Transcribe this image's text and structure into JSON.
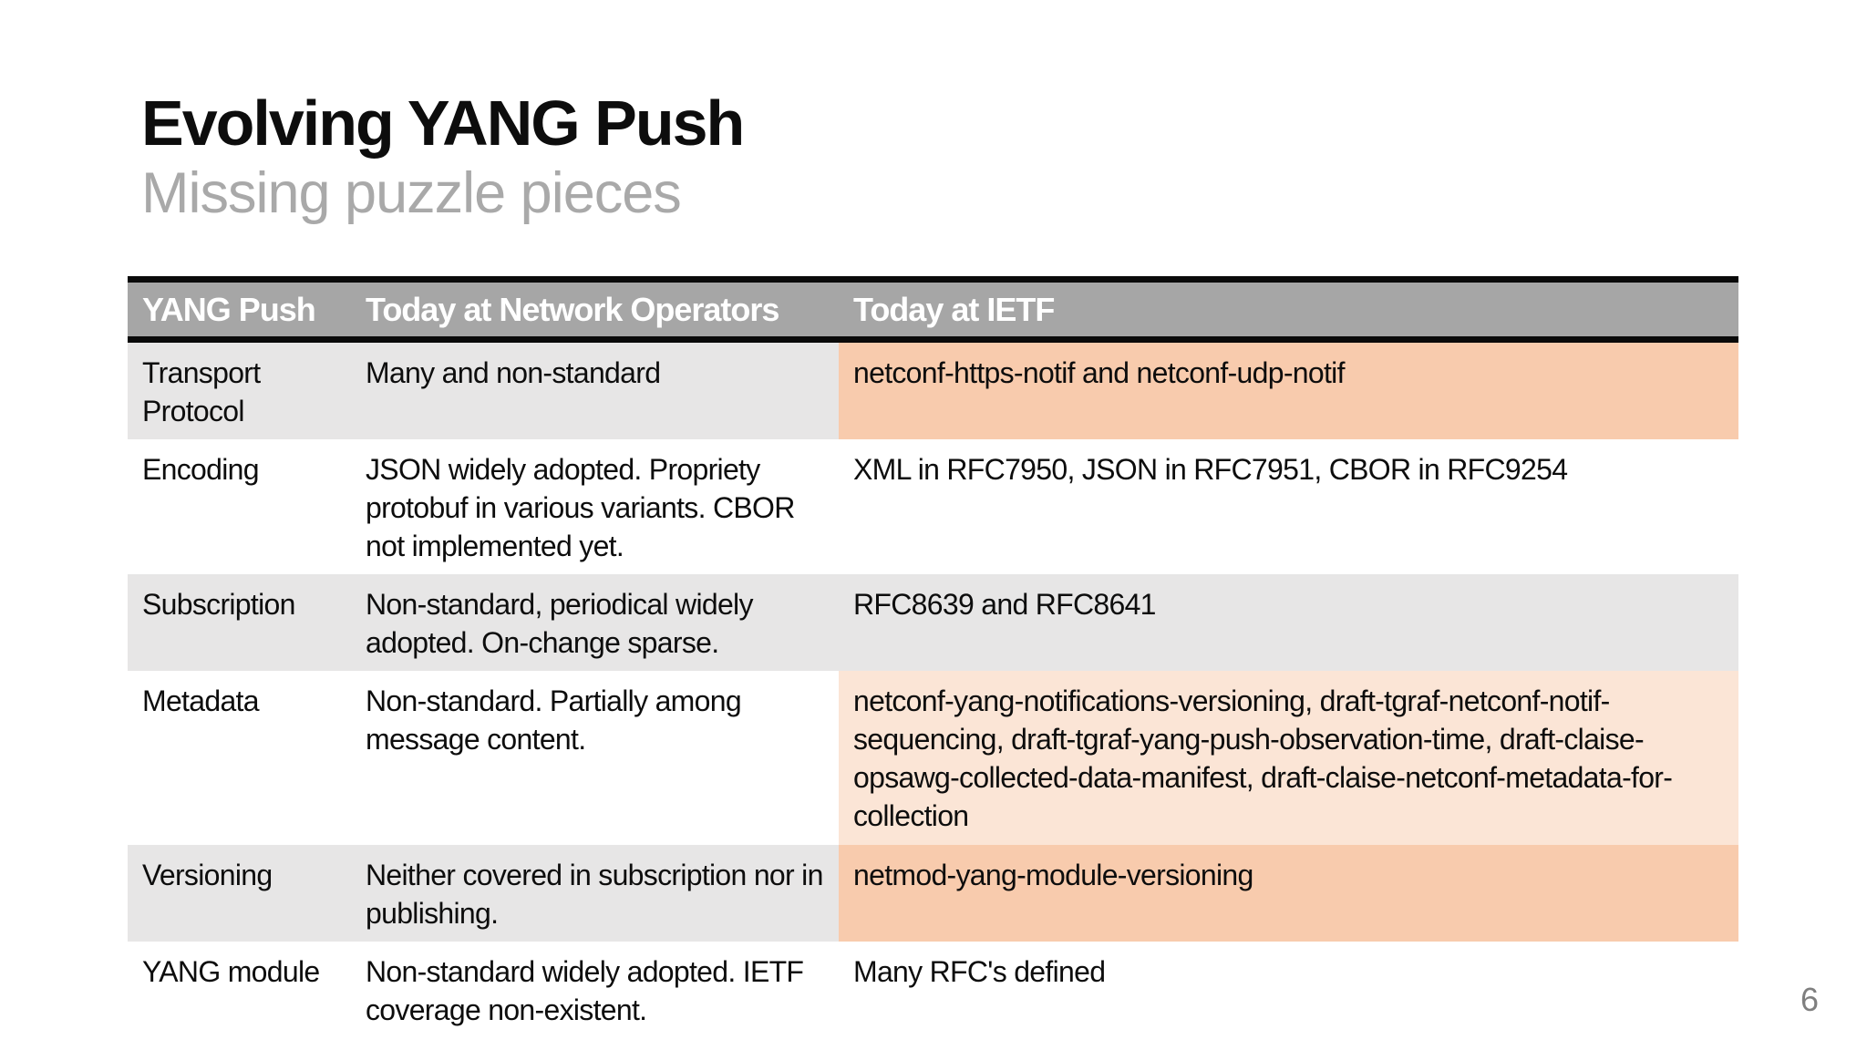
{
  "slide": {
    "title": "Evolving YANG Push",
    "subtitle": "Missing puzzle pieces",
    "page_number": "6"
  },
  "colors": {
    "header_bg": "#A6A6A6",
    "header_text": "#FFFFFF",
    "row_alt_bg": "#E7E6E6",
    "row_bg": "#FFFFFF",
    "highlight_strong": "#F8CBAD",
    "highlight_soft": "#FBE5D6",
    "rule": "#0A0A0A",
    "subtitle_text": "#A9A9A9",
    "page_number_text": "#7F7F7F",
    "body_text": "#0D0D0D"
  },
  "table": {
    "columns": [
      "YANG Push",
      "Today at Network Operators",
      "Today at IETF"
    ],
    "rows": [
      {
        "cells": [
          "Transport Protocol",
          "Many and non-standard",
          "netconf-https-notif and netconf-udp-notif"
        ]
      },
      {
        "cells": [
          "Encoding",
          "JSON widely adopted. Propriety protobuf in various variants. CBOR not implemented yet.",
          "XML in RFC7950, JSON in RFC7951, CBOR in RFC9254"
        ]
      },
      {
        "cells": [
          "Subscription",
          "Non-standard, periodical widely adopted. On-change sparse.",
          "RFC8639 and RFC8641"
        ]
      },
      {
        "cells": [
          "Metadata",
          "Non-standard. Partially among message content.",
          "netconf-yang-notifications-versioning, draft-tgraf-netconf-notif-sequencing, draft-tgraf-yang-push-observation-time, draft-claise-opsawg-collected-data-manifest, draft-claise-netconf-metadata-for-collection"
        ]
      },
      {
        "cells": [
          "Versioning",
          "Neither covered in subscription nor in publishing.",
          "netmod-yang-module-versioning"
        ]
      },
      {
        "cells": [
          "YANG module",
          "Non-standard widely adopted. IETF coverage non-existent.",
          "Many RFC's defined"
        ]
      }
    ]
  }
}
